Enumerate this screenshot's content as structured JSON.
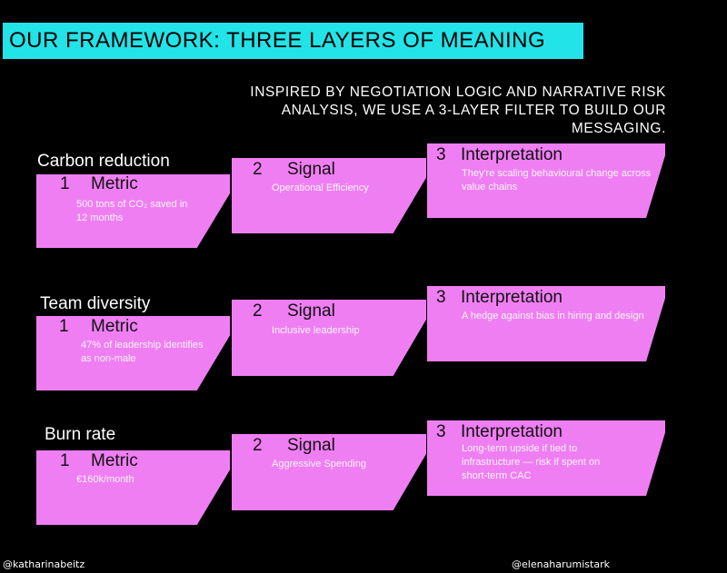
{
  "title": "OUR FRAMEWORK: THREE LAYERS OF MEANING",
  "intro": "INSPIRED BY NEGOTIATION LOGIC AND NARRATIVE RISK ANALYSIS, WE USE A 3-LAYER FILTER TO BUILD OUR MESSAGING.",
  "rows": [
    {
      "label": "Carbon reduction",
      "metric": {
        "num": "1",
        "name": "Metric",
        "text": "500 tons of CO₂ saved in 12 months"
      },
      "signal": {
        "num": "2",
        "name": "Signal",
        "text": "Operational Efficiency"
      },
      "interpretation": {
        "num": "3",
        "name": "Interpretation",
        "text": "They're scaling behavioural change across value chains"
      }
    },
    {
      "label": "Team diversity",
      "metric": {
        "num": "1",
        "name": "Metric",
        "text": "47% of leadership identifies as non-male"
      },
      "signal": {
        "num": "2",
        "name": "Signal",
        "text": "Inclusive leadership"
      },
      "interpretation": {
        "num": "3",
        "name": "Interpretation",
        "text": "A hedge against bias in hiring and design"
      }
    },
    {
      "label": "Burn rate",
      "metric": {
        "num": "1",
        "name": "Metric",
        "text": "€160k/month"
      },
      "signal": {
        "num": "2",
        "name": "Signal",
        "text": "Aggressive Spending"
      },
      "interpretation": {
        "num": "3",
        "name": "Interpretation",
        "text": "Long-term upside if tied to infrastructure — risk if spent on short-term CAC"
      }
    }
  ],
  "credits": {
    "left": "@katharinabeitz",
    "right": "@elenaharumistark"
  },
  "colors": {
    "title_bg": "#22e3e7",
    "card_bg": "#f07ef3",
    "background": "#000000"
  }
}
